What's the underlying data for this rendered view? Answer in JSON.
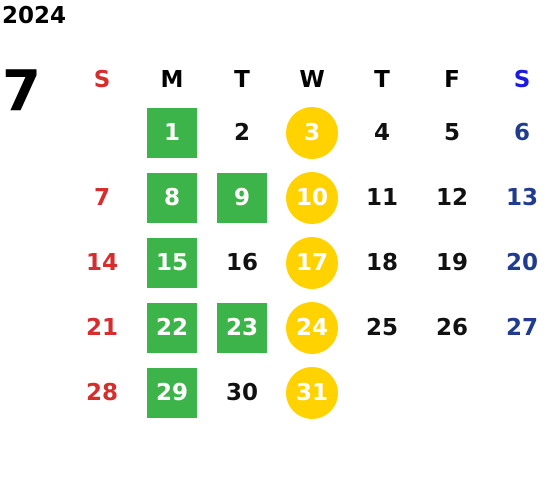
{
  "calendar": {
    "year": "2024",
    "month": "7",
    "weekdays": [
      "S",
      "M",
      "T",
      "W",
      "T",
      "F",
      "S"
    ],
    "colors": {
      "sunday": "#d62d2d",
      "saturday_header": "#1a1ae0",
      "saturday": "#1f3c8f",
      "green_highlight": "#3cb44a",
      "yellow_circle": "#ffd200"
    },
    "weeks": [
      [
        {
          "day": ""
        },
        {
          "day": "1",
          "mark": "green"
        },
        {
          "day": "2"
        },
        {
          "day": "3",
          "mark": "circle"
        },
        {
          "day": "4"
        },
        {
          "day": "5"
        },
        {
          "day": "6"
        }
      ],
      [
        {
          "day": "7"
        },
        {
          "day": "8",
          "mark": "green"
        },
        {
          "day": "9",
          "mark": "green"
        },
        {
          "day": "10",
          "mark": "circle"
        },
        {
          "day": "11"
        },
        {
          "day": "12"
        },
        {
          "day": "13"
        }
      ],
      [
        {
          "day": "14"
        },
        {
          "day": "15",
          "mark": "green"
        },
        {
          "day": "16"
        },
        {
          "day": "17",
          "mark": "circle"
        },
        {
          "day": "18"
        },
        {
          "day": "19"
        },
        {
          "day": "20"
        }
      ],
      [
        {
          "day": "21"
        },
        {
          "day": "22",
          "mark": "green"
        },
        {
          "day": "23",
          "mark": "green"
        },
        {
          "day": "24",
          "mark": "circle"
        },
        {
          "day": "25"
        },
        {
          "day": "26"
        },
        {
          "day": "27"
        }
      ],
      [
        {
          "day": "28"
        },
        {
          "day": "29",
          "mark": "green"
        },
        {
          "day": "30"
        },
        {
          "day": "31",
          "mark": "circle"
        },
        {
          "day": ""
        },
        {
          "day": ""
        },
        {
          "day": ""
        }
      ]
    ]
  }
}
